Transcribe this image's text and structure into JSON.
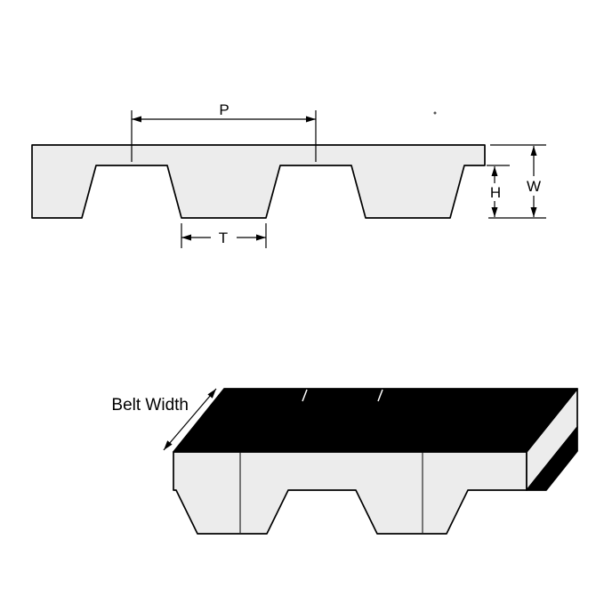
{
  "diagram": {
    "type": "timing-belt-dimension-drawing",
    "labels": {
      "pitch": "P",
      "tooth_width": "T",
      "tooth_height": "H",
      "belt_thickness": "W",
      "belt_width": "Belt Width"
    },
    "colors": {
      "line": "#000000",
      "belt_fill": "#ececec",
      "belt_top_fill": "#000000",
      "background": "#ffffff"
    }
  }
}
